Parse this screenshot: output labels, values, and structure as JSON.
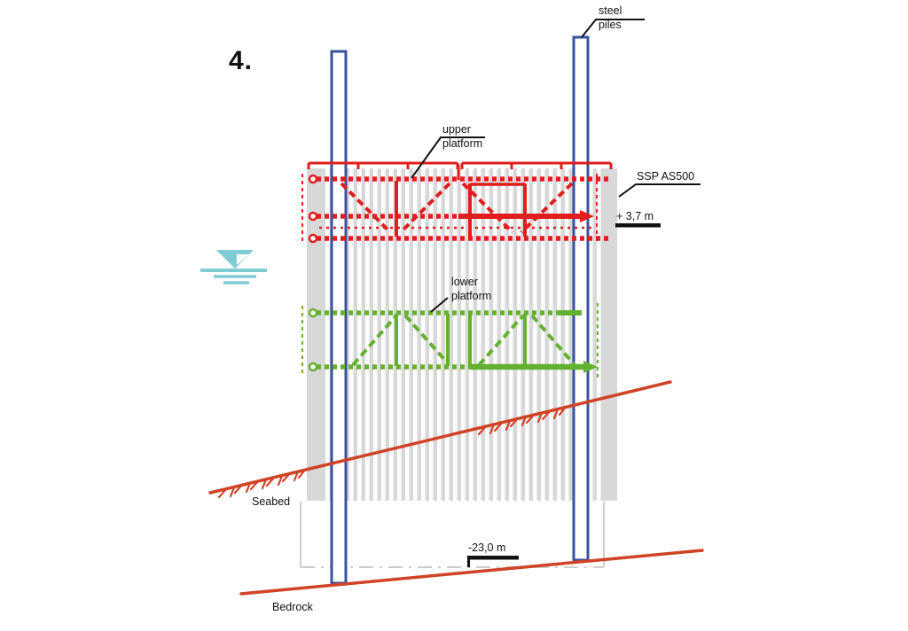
{
  "figure": {
    "number": "4."
  },
  "labels": {
    "steel_piles": {
      "line1": "steel",
      "line2": "piles"
    },
    "upper_platform": {
      "line1": "upper",
      "line2": "platform"
    },
    "lower_platform": {
      "line1": "lower",
      "line2": "platform"
    },
    "sheet_pile_type": "SSP AS500",
    "elevation_upper": "+ 3,7 m",
    "elevation_lower": "-23,0 m",
    "seabed": "Seabed",
    "bedrock": "Bedrock"
  },
  "colors": {
    "truss_red": "#e21d1d",
    "truss_green": "#64b12f",
    "pile_blue": "#3a50a0",
    "water_teal": "#7fccd4",
    "wall_gray": "#d8d8d8",
    "outline_gray": "#cccccc",
    "ground_red": "#d04327",
    "annotation_black": "#111111"
  }
}
